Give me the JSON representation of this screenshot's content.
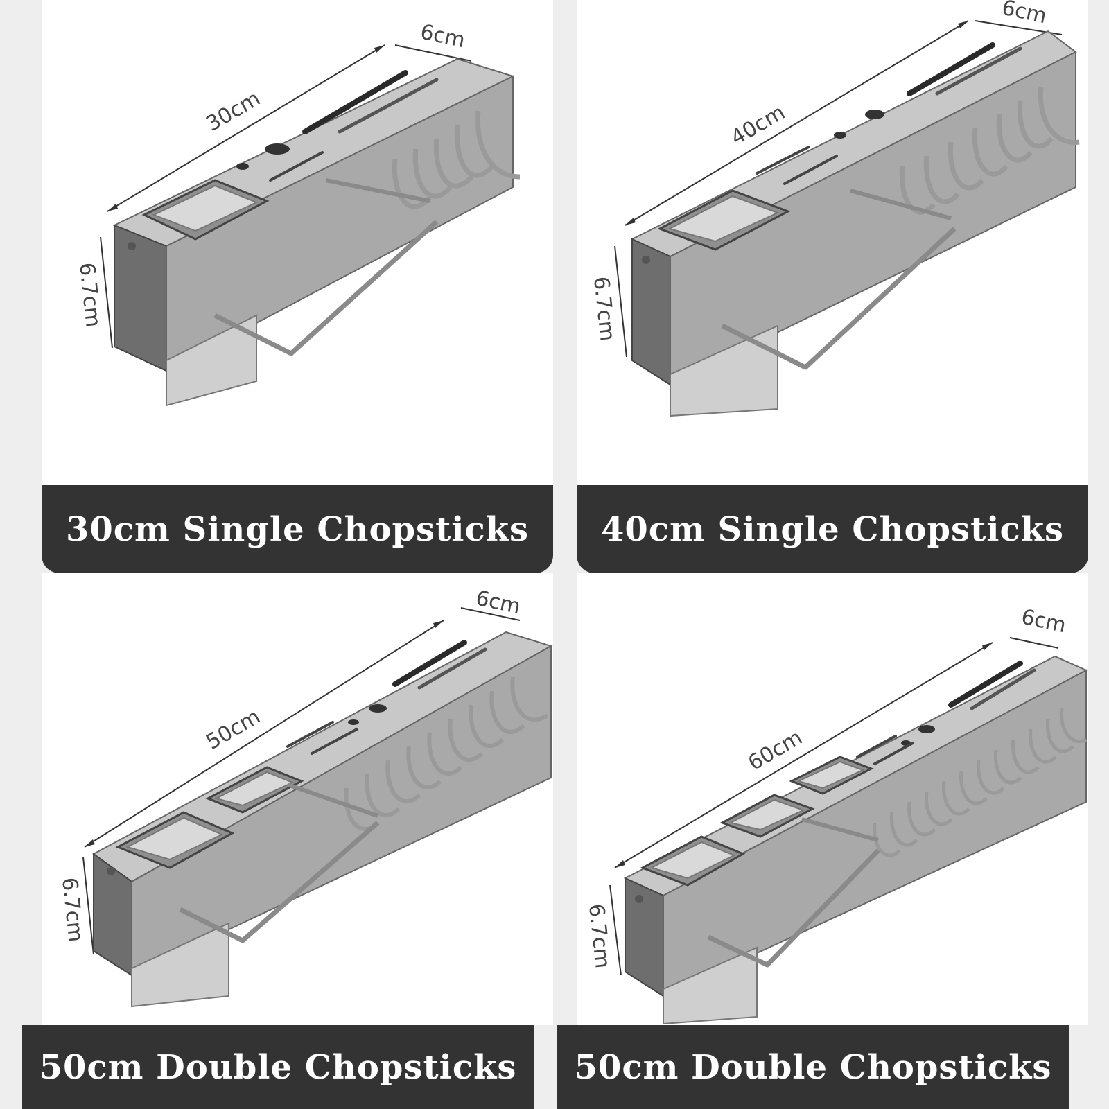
{
  "panels": [
    {
      "caption": "30cm Single Chopsticks",
      "dims": {
        "length": "30cm",
        "depth": "6cm",
        "height": "6.7cm"
      },
      "cups": 1,
      "hooks": 5
    },
    {
      "caption": "40cm Single Chopsticks",
      "dims": {
        "length": "40cm",
        "depth": "6cm",
        "height": "6.7cm"
      },
      "cups": 1,
      "hooks": 7
    },
    {
      "caption": "50cm Double Chopsticks",
      "dims": {
        "length": "50cm",
        "depth": "6cm",
        "height": "6.7cm"
      },
      "cups": 2,
      "hooks": 9
    },
    {
      "caption": "50cm Double Chopsticks",
      "dims": {
        "length": "60cm",
        "depth": "6cm",
        "height": "6.7cm"
      },
      "cups": 3,
      "hooks": 12
    }
  ],
  "colors": {
    "label_bg": "#333333",
    "label_text": "#ffffff",
    "steel_light": "#d2d2d2",
    "steel_dark": "#6e6e6e",
    "panel_bg": "#ffffff",
    "page_bg": "#eeeeee"
  }
}
